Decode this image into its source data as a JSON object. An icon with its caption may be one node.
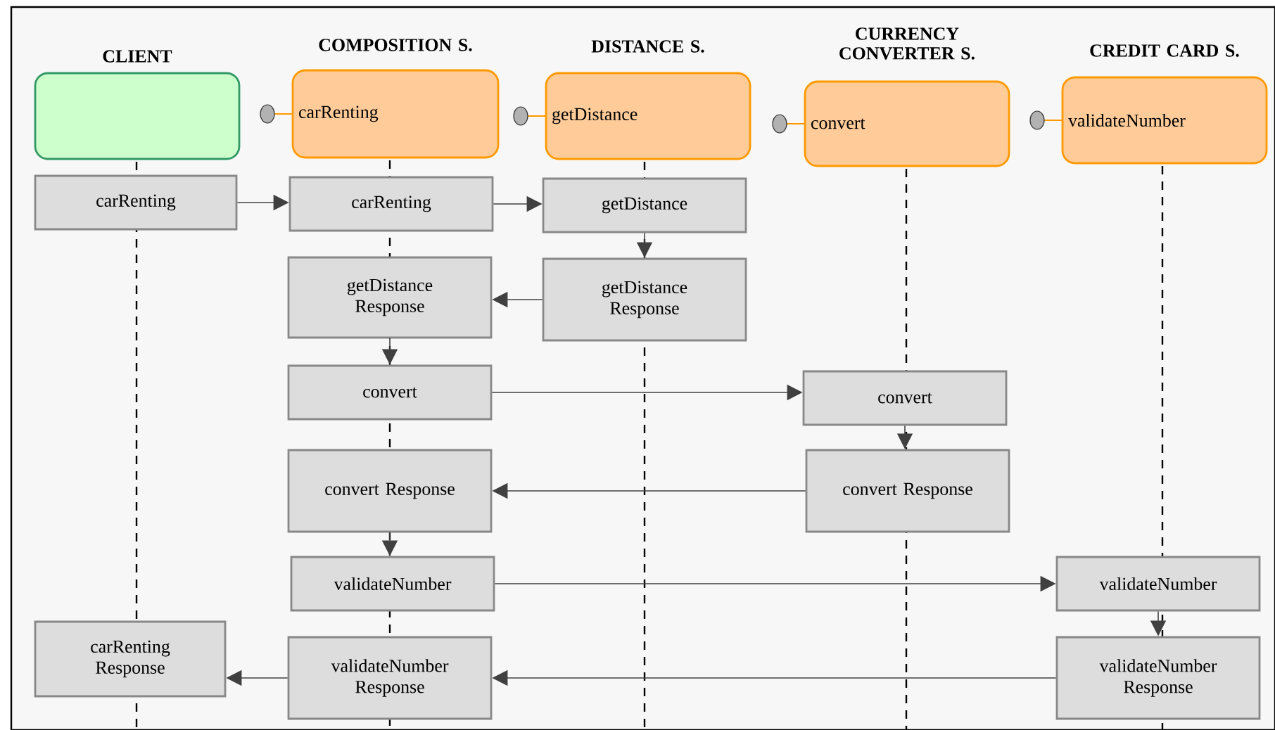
{
  "diagram": {
    "nodes": [
      {
        "text": [
          "CLIENT"
        ]
      },
      {
        "text": [
          "COMPOSITION S.",
          "carRenting"
        ]
      },
      {
        "text": [
          "DISTANCE S.",
          "getDistance"
        ]
      },
      {
        "text": [
          "CURRENCY CONVERTER S.",
          "convert"
        ]
      },
      {
        "text": [
          "CREDIT CARD S.",
          "validateNumber"
        ]
      },
      {
        "text": [
          "carRenting"
        ]
      },
      {
        "text": [
          "carRenting"
        ]
      },
      {
        "text": [
          "getDistance"
        ]
      },
      {
        "text": [
          "getDistance Response"
        ]
      },
      {
        "text": [
          "getDistance Response"
        ]
      },
      {
        "text": [
          "convert"
        ]
      },
      {
        "text": [
          "convert"
        ]
      },
      {
        "text": [
          "convert Response"
        ]
      },
      {
        "text": [
          "convert Response"
        ]
      },
      {
        "text": [
          "validateNumber"
        ]
      },
      {
        "text": [
          "validateNumber"
        ]
      },
      {
        "text": [
          "carRenting Response"
        ]
      },
      {
        "text": [
          "validateNumber Response"
        ]
      },
      {
        "text": [
          "validateNumber Response"
        ]
      }
    ],
    "edges": [
      {
        "from": 5,
        "to": 6,
        "arrow": "to"
      },
      {
        "from": 6,
        "to": 7,
        "arrow": "to"
      },
      {
        "from": 7,
        "to": 9,
        "arrow": "to"
      },
      {
        "from": 9,
        "to": 8,
        "arrow": "to"
      },
      {
        "from": 8,
        "to": 10,
        "arrow": "to"
      },
      {
        "from": 10,
        "to": 11,
        "arrow": "to"
      },
      {
        "from": 11,
        "to": 13,
        "arrow": "to"
      },
      {
        "from": 13,
        "to": 12,
        "arrow": "to"
      },
      {
        "from": 12,
        "to": 14,
        "arrow": "to"
      },
      {
        "from": 14,
        "to": 15,
        "arrow": "to"
      },
      {
        "from": 15,
        "to": 18,
        "arrow": "to"
      },
      {
        "from": 18,
        "to": 17,
        "arrow": "to"
      },
      {
        "from": 17,
        "to": 16,
        "arrow": "to"
      }
    ]
  }
}
